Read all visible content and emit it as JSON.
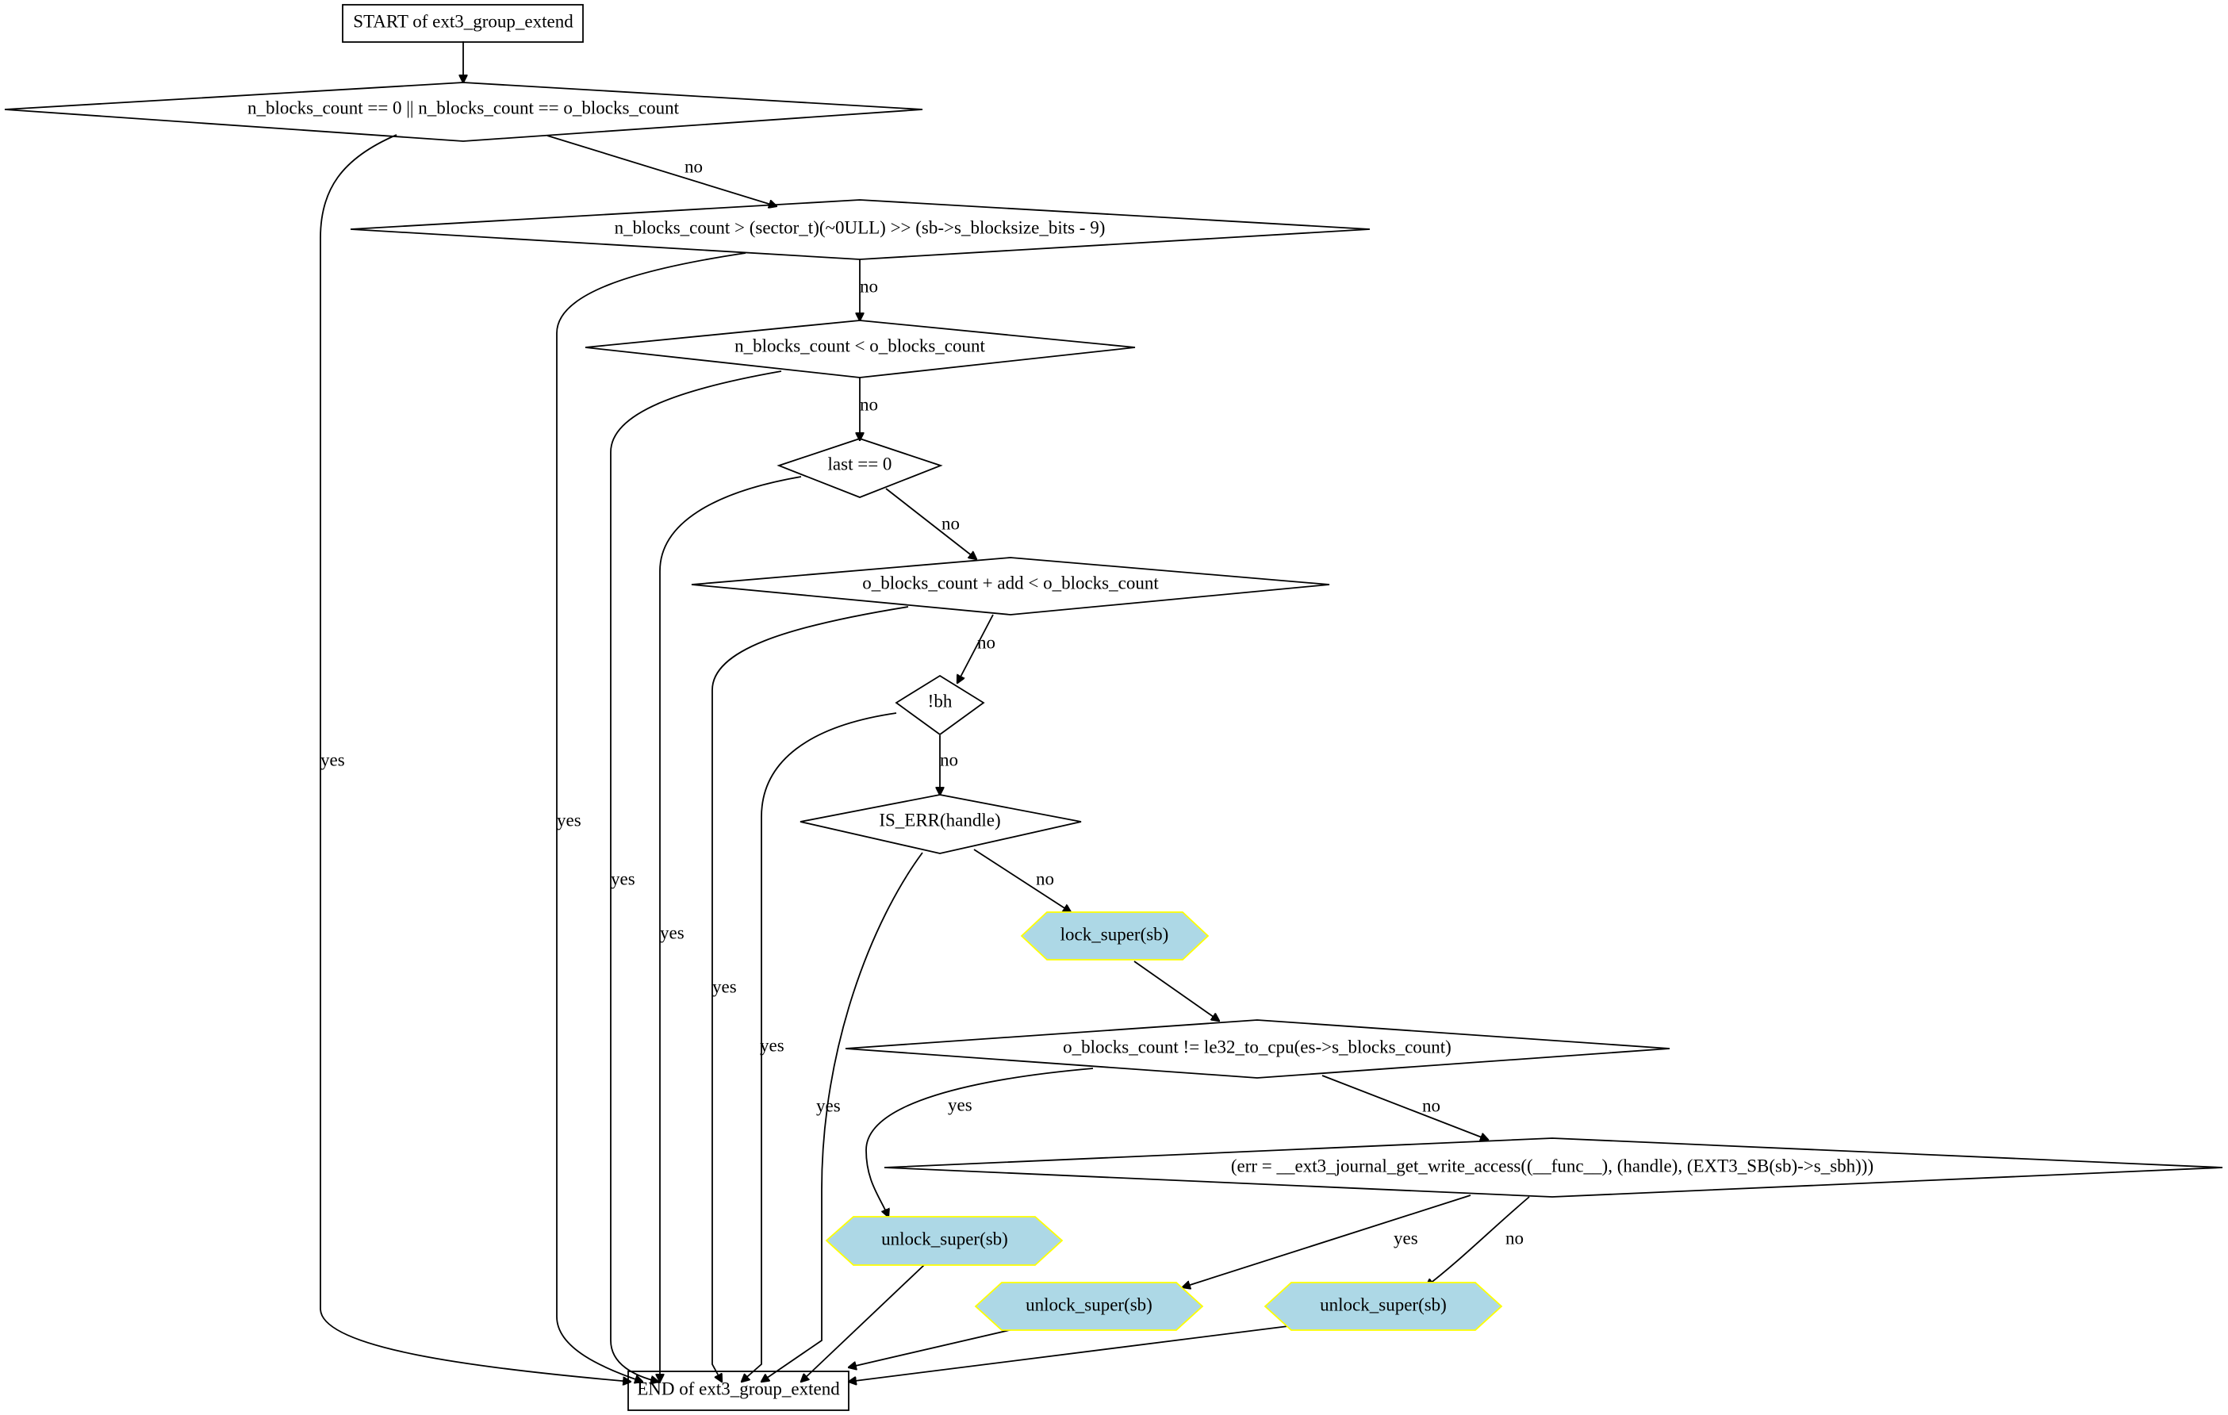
{
  "flowchart": {
    "colors": {
      "stroke": "#000000",
      "action_fill": "#add8e6",
      "action_stroke": "#ffff00",
      "background": "#ffffff"
    },
    "nodes": {
      "start": "START of ext3_group_extend",
      "cond_zero_or_equal": "n_blocks_count == 0 || n_blocks_count == o_blocks_count",
      "cond_too_large": "n_blocks_count > (sector_t)(~0ULL) >> (sb->s_blocksize_bits - 9)",
      "cond_shrink": "n_blocks_count < o_blocks_count",
      "cond_last_zero": "last == 0",
      "cond_overflow": "o_blocks_count + add < o_blocks_count",
      "cond_no_bh": "!bh",
      "cond_is_err": "IS_ERR(handle)",
      "lock_super": "lock_super(sb)",
      "cond_count_changed": "o_blocks_count != le32_to_cpu(es->s_blocks_count)",
      "cond_journal_access": "(err = __ext3_journal_get_write_access((__func__), (handle), (EXT3_SB(sb)->s_sbh)))",
      "unlock_super_a": "unlock_super(sb)",
      "unlock_super_b": "unlock_super(sb)",
      "unlock_super_c": "unlock_super(sb)",
      "end": "END of ext3_group_extend"
    },
    "labels": {
      "yes": "yes",
      "no": "no"
    }
  }
}
